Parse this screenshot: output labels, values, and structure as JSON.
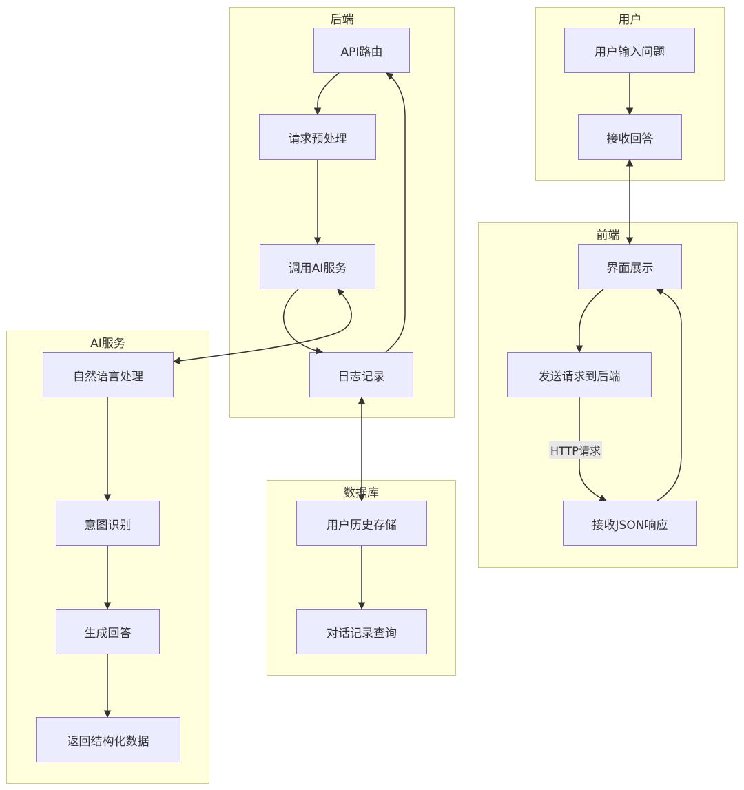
{
  "clusters": {
    "backend": {
      "title": "后端"
    },
    "user": {
      "title": "用户"
    },
    "frontend": {
      "title": "前端"
    },
    "ai": {
      "title": "AI服务"
    },
    "db": {
      "title": "数据库"
    }
  },
  "nodes": {
    "api_route": "API路由",
    "preprocess": "请求预处理",
    "call_ai": "调用AI服务",
    "log": "日志记录",
    "user_input": "用户输入问题",
    "receive_answer": "接收回答",
    "ui_display": "界面展示",
    "send_request": "发送请求到后端",
    "receive_json": "接收JSON响应",
    "nlp": "自然语言处理",
    "intent": "意图识别",
    "generate": "生成回答",
    "return_data": "返回结构化数据",
    "history_store": "用户历史存储",
    "history_query": "对话记录查询"
  },
  "edge_labels": {
    "http_request": "HTTP请求"
  },
  "colors": {
    "cluster_fill": "#ffffde",
    "cluster_border": "#c8c880",
    "node_fill": "#ececff",
    "node_border": "#9370db",
    "edge": "#333333"
  }
}
